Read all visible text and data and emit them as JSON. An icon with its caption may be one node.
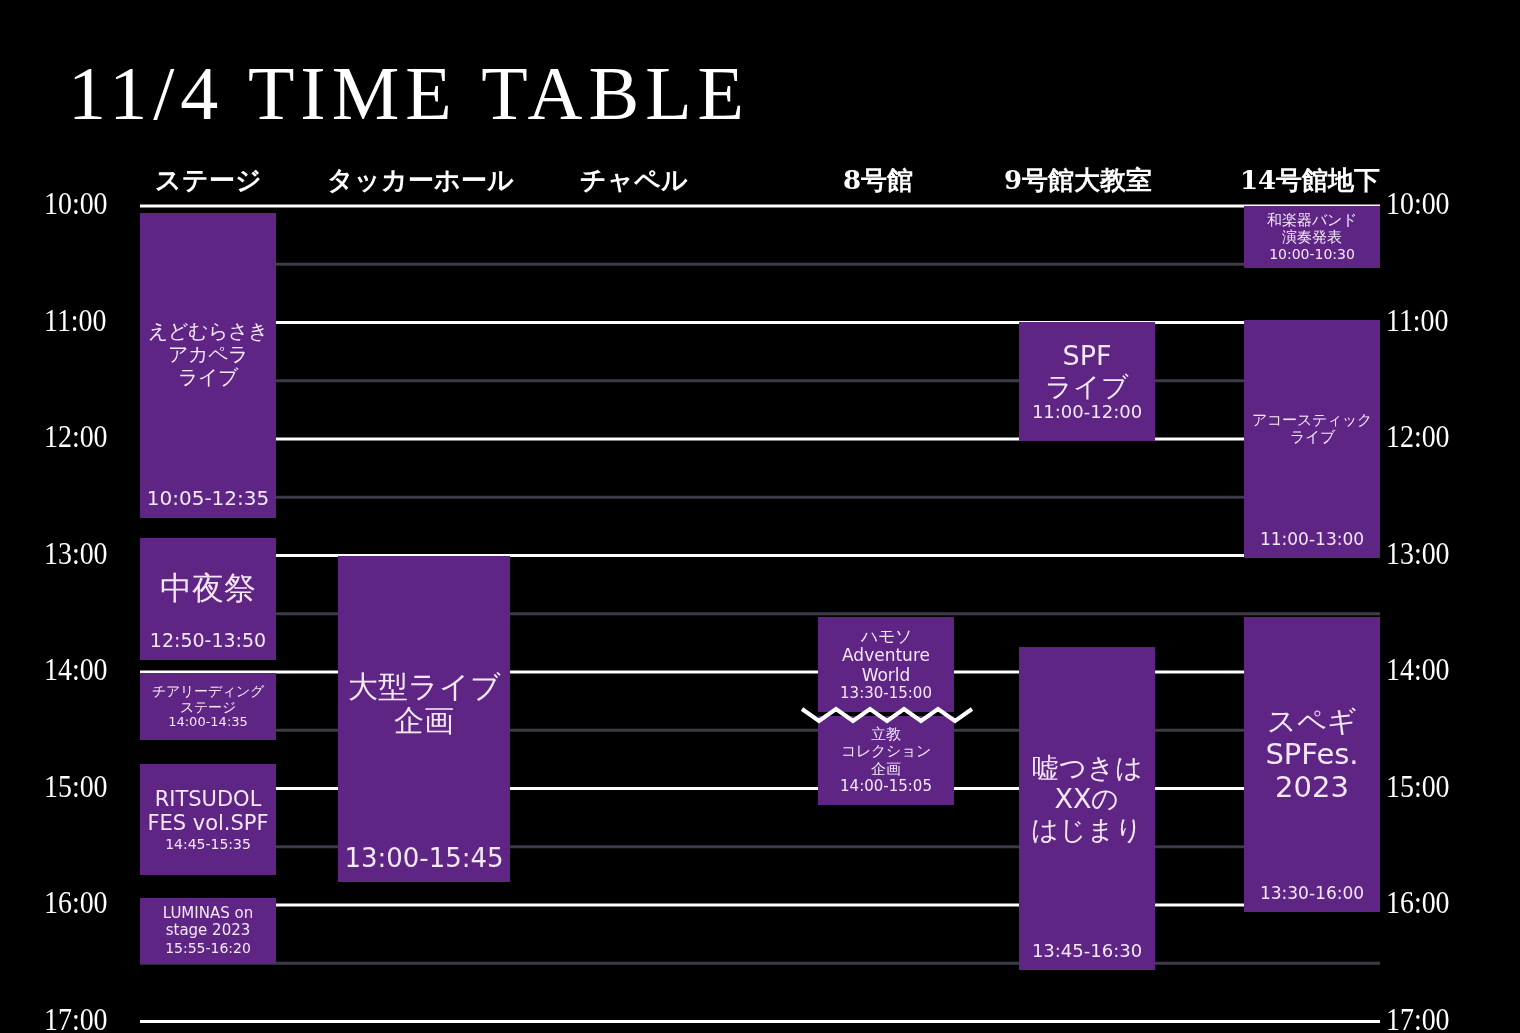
{
  "diagram": {
    "title": "11/4 TIME TABLE",
    "nodes": [
      {
        "text": [
          "えどむらさきアカペラライブ",
          "10:05-12:35"
        ]
      },
      {
        "text": [
          "中夜祭",
          "12:50-13:50"
        ]
      },
      {
        "text": [
          "チアリーディングステージ",
          "14:00-14:35"
        ]
      },
      {
        "text": [
          "RITSUDOL FES vol.SPF",
          "14:45-15:35"
        ]
      },
      {
        "text": [
          "LUMINAS on stage 2023",
          "15:55-16:20"
        ]
      },
      {
        "text": [
          "大型ライブ企画",
          "13:00-15:45"
        ]
      },
      {
        "text": [
          "ハモソ Adventure World",
          "13:30-15:00"
        ]
      },
      {
        "text": [
          "立教コレクション企画",
          "14:00-15:05"
        ]
      },
      {
        "text": [
          "SPF ライブ",
          "11:00-12:00"
        ]
      },
      {
        "text": [
          "嘘つきはXXのはじまり",
          "13:45-16:30"
        ]
      },
      {
        "text": [
          "和楽器バンド演奏発表",
          "10:00-10:30"
        ]
      },
      {
        "text": [
          "アコースティックライブ",
          "11:00-13:00"
        ]
      },
      {
        "text": [
          "スペギ SPFes. 2023",
          "13:30-16:00"
        ]
      }
    ],
    "labels": [
      "ステージ",
      "タッカーホール",
      "チャペル",
      "8号館",
      "9号館大教室",
      "14号館地下",
      "10:00",
      "10:00",
      "11:00",
      "11:00",
      "12:00",
      "12:00",
      "13:00",
      "13:00",
      "14:00",
      "14:00",
      "15:00",
      "15:00",
      "16:00",
      "16:00",
      "17:00",
      "17:00"
    ]
  }
}
